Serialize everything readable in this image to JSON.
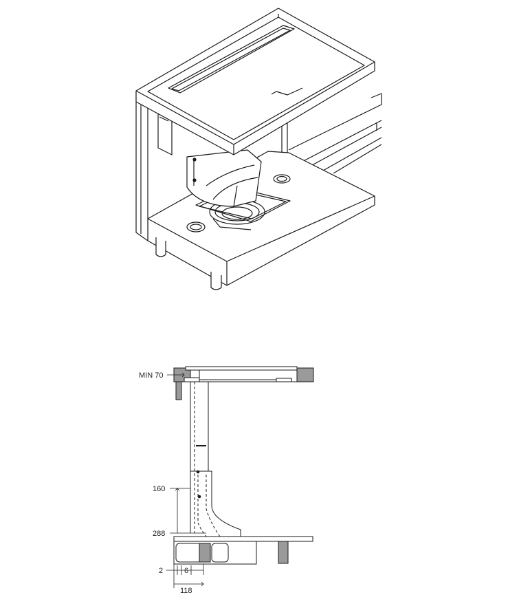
{
  "figure": {
    "isometric_view": {
      "parts": [
        "worktop",
        "hob-glass-top",
        "hob-vent-slot",
        "telescopic-duct",
        "plinth-fan-unit",
        "cabinet-base-panel",
        "cabinet-feet"
      ]
    },
    "section_view": {
      "dimension_labels": {
        "min_top": "MIN 70",
        "duct_offset": "160",
        "base_height": "288",
        "gap_left": "2",
        "gap_right": "6",
        "total_depth": "118"
      }
    }
  },
  "colors": {
    "line": "#1a1a1a",
    "panel_fill": "#ffffff",
    "grey_fill": "#9a9a9a",
    "dark_grey": "#6e6e6e"
  }
}
